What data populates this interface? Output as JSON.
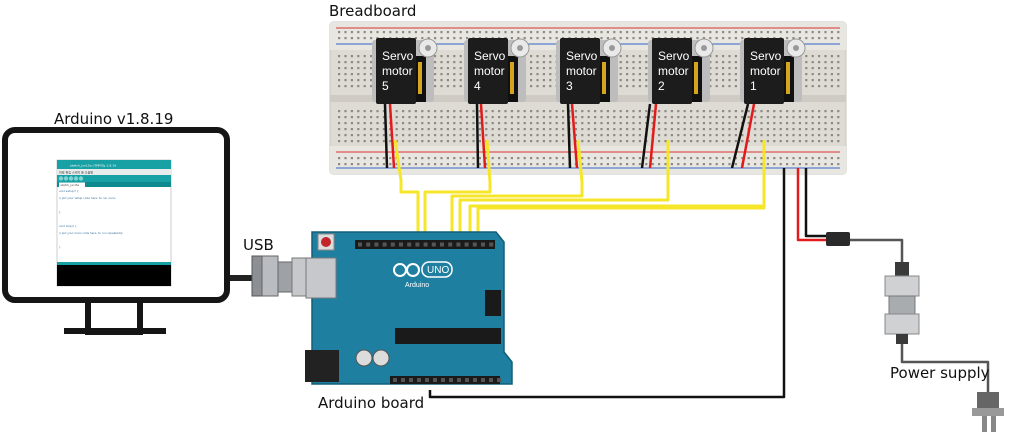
{
  "labels": {
    "breadboard": "Breadboard",
    "arduino_ide": "Arduino v1.8.19",
    "usb": "USB",
    "arduino_board": "Arduino board",
    "power_supply": "Power supply"
  },
  "servos": [
    {
      "line1": "Servo",
      "line2": "motor",
      "line3": "5"
    },
    {
      "line1": "Servo",
      "line2": "motor",
      "line3": "4"
    },
    {
      "line1": "Servo",
      "line2": "motor",
      "line3": "3"
    },
    {
      "line1": "Servo",
      "line2": "motor",
      "line3": "2"
    },
    {
      "line1": "Servo",
      "line2": "motor",
      "line3": "1"
    }
  ],
  "ide": {
    "title": "sketch_jun15a | 아두이노 1.8.19",
    "menu": "파일  편집  스케치  툴  도움말",
    "tab": "sketch_jun15a",
    "code": [
      "void setup() {",
      "  // put your setup code here, to run once:",
      "",
      "}",
      "",
      "void loop() {",
      "  // put your main code here, to run repeatedly:",
      "",
      "}"
    ]
  },
  "board": {
    "logo": "UNO",
    "brand": "Arduino"
  },
  "colors": {
    "signal_wire": "#f6e62a",
    "power_wire": "#e11b1b",
    "ground_wire": "#111111",
    "board": "#1f7fa0",
    "breadboard": "#dedbd5",
    "ide_accent": "#17a1a5"
  }
}
